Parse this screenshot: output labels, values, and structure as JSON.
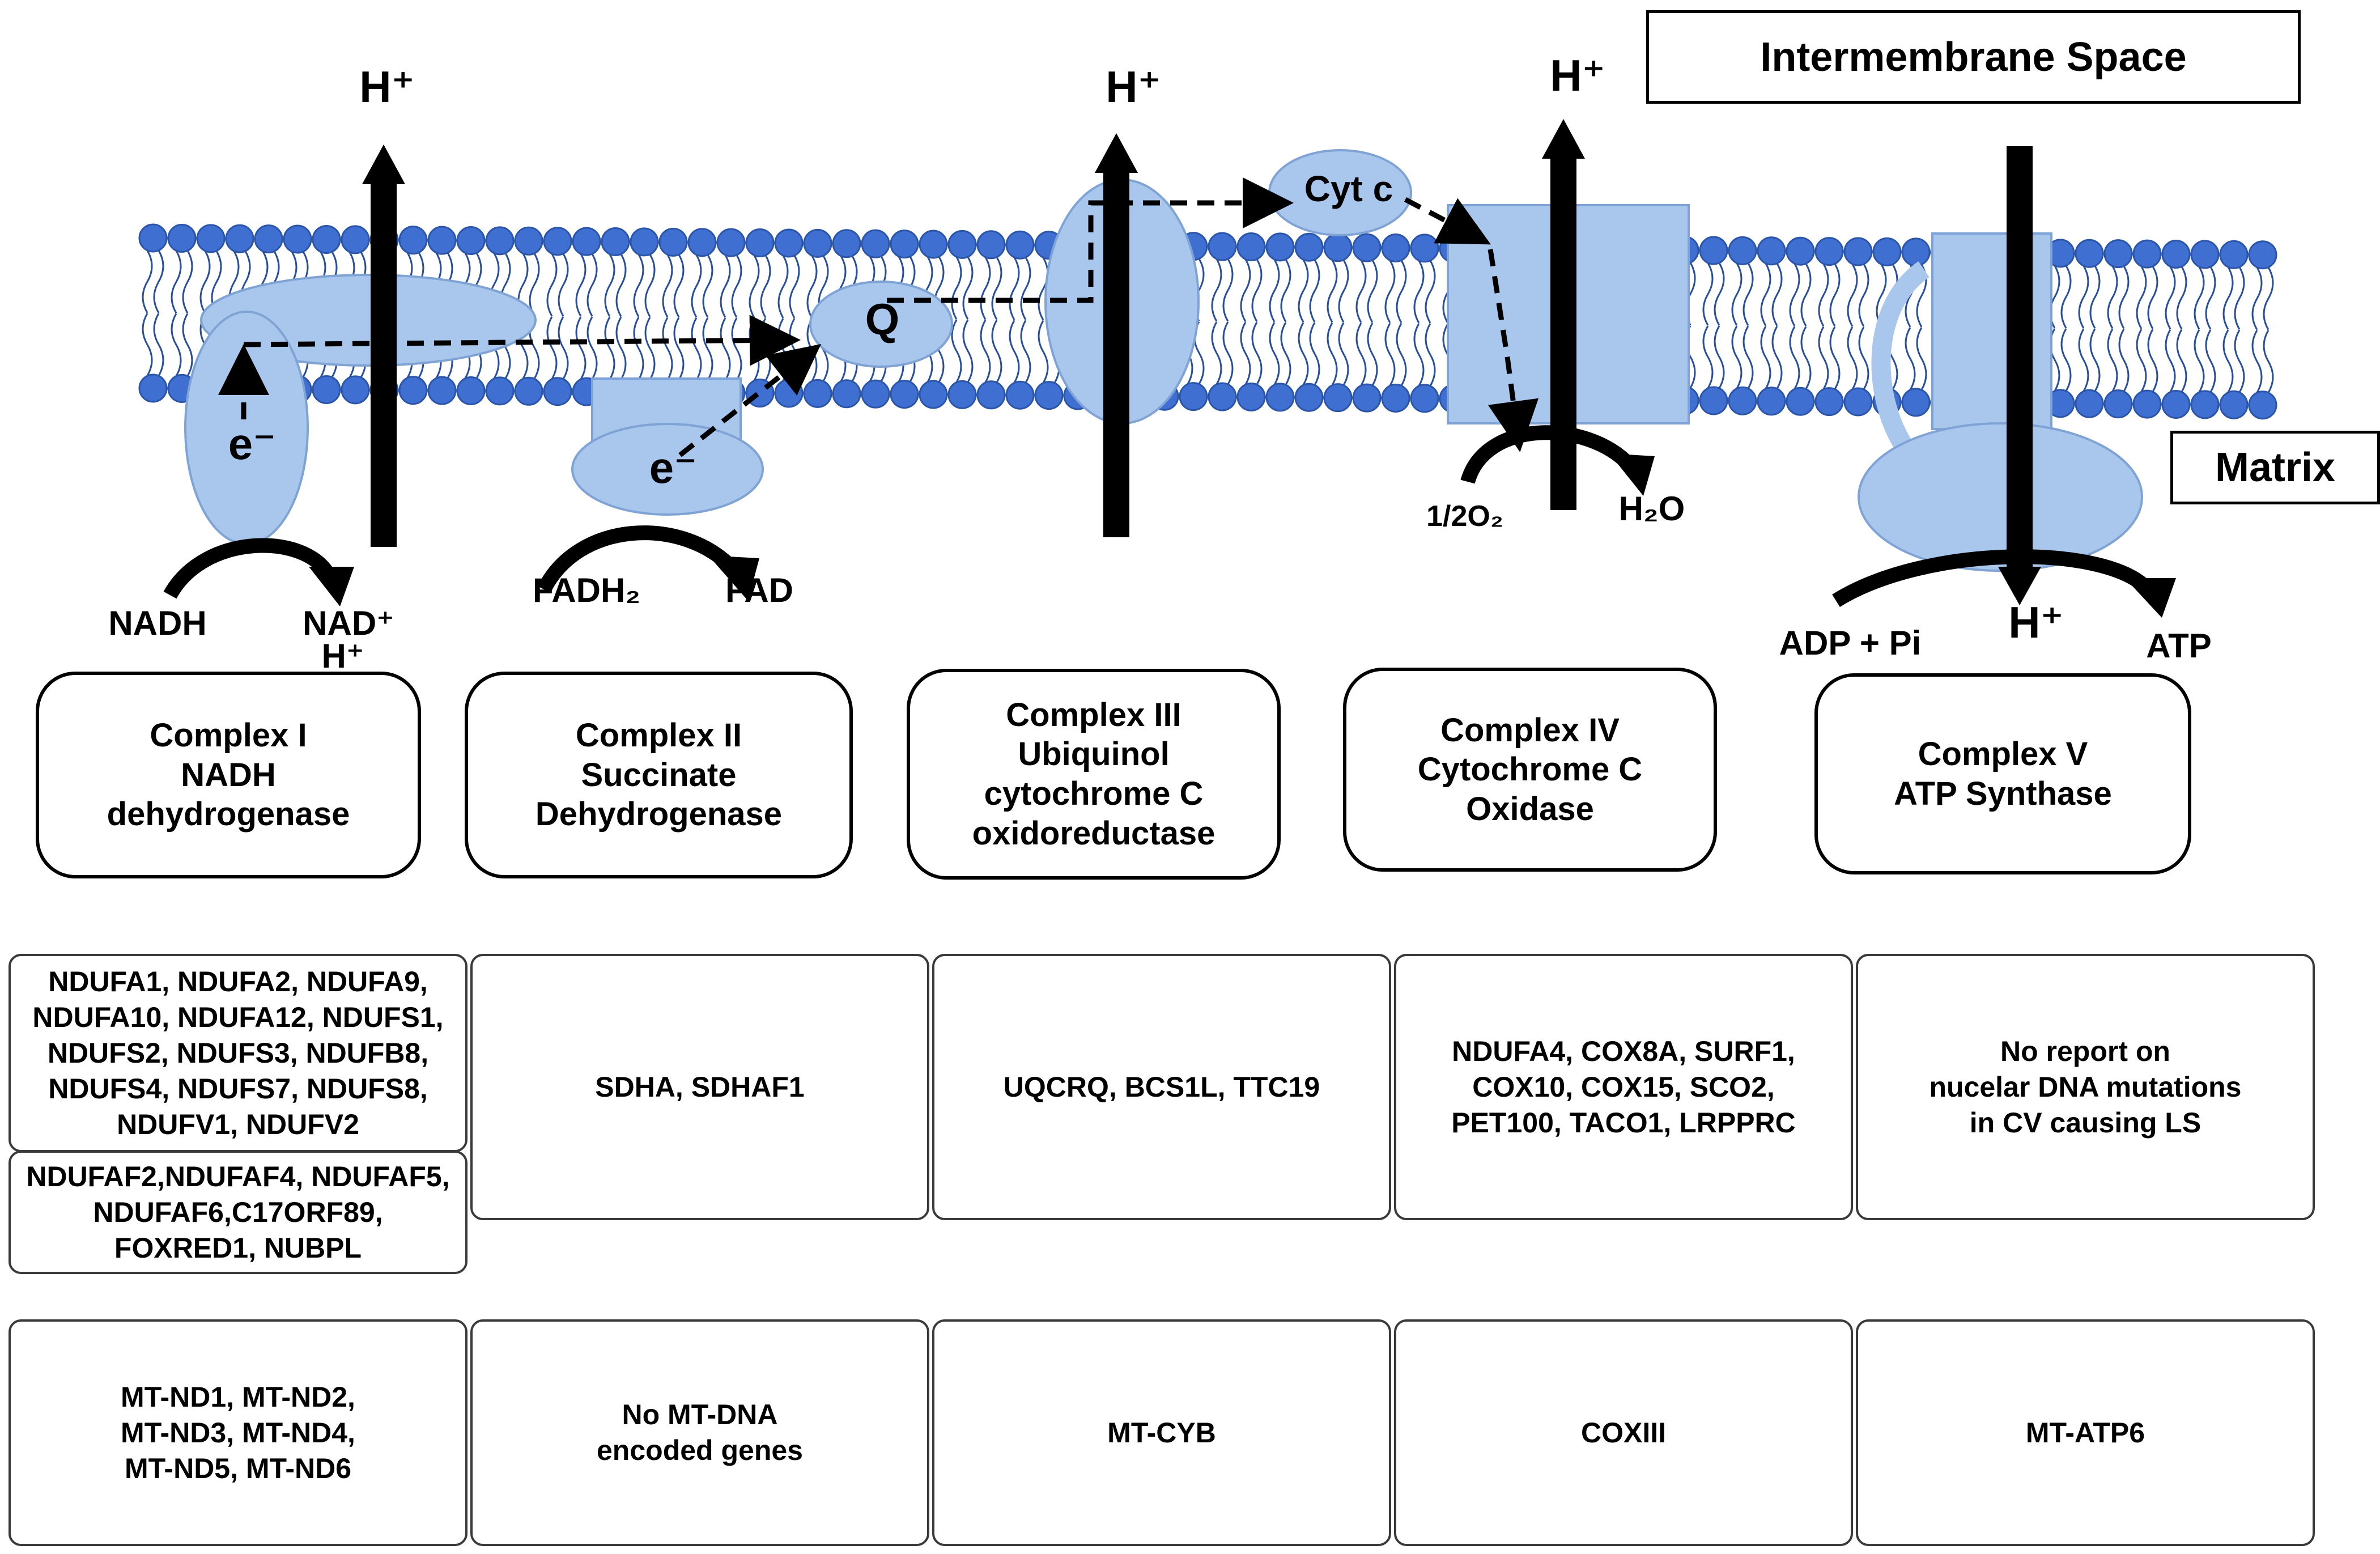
{
  "labels": {
    "intermembrane": "Intermembrane Space",
    "matrix": "Matrix",
    "h_plus": "H⁺",
    "electron": "e⁻",
    "cyt_c": "Cyt c",
    "q": "Q",
    "nadh": "NADH",
    "nad": "NAD⁺",
    "fadh2": "FADH₂",
    "fad": "FAD",
    "half_o2": "1/2O₂",
    "h2o": "H₂O",
    "adp": "ADP + Pi",
    "atp": "ATP"
  },
  "complexes": [
    {
      "lines": [
        "Complex I",
        "NADH",
        "dehydrogenase"
      ]
    },
    {
      "lines": [
        "Complex II",
        "Succinate",
        "Dehydrogenase"
      ]
    },
    {
      "lines": [
        "Complex III",
        "Ubiquinol",
        "cytochrome C",
        "oxidoreductase"
      ]
    },
    {
      "lines": [
        "Complex IV",
        "Cytochrome C",
        "Oxidase"
      ]
    },
    {
      "lines": [
        "Complex V",
        "ATP Synthase"
      ]
    }
  ],
  "nuclear_genes": [
    "NDUFA1, NDUFA2, NDUFA9,\nNDUFA10, NDUFA12, NDUFS1,\nNDUFS2, NDUFS3, NDUFB8,\nNDUFS4, NDUFS7, NDUFS8,\nNDUFV1, NDUFV2",
    "NDUFAF2,NDUFAF4, NDUFAF5,\nNDUFAF6,C17ORF89,\nFOXRED1, NUBPL",
    "SDHA, SDHAF1",
    "UQCRQ, BCS1L, TTC19",
    "NDUFA4, COX8A, SURF1,\nCOX10, COX15, SCO2,\nPET100, TACO1, LRPPRC",
    "No report on\nnucelar DNA mutations\nin  CV causing LS"
  ],
  "mt_genes": [
    "MT-ND1, MT-ND2,\nMT-ND3, MT-ND4,\nMT-ND5, MT-ND6",
    "No MT-DNA\nencoded genes",
    "MT-CYB",
    "COXIII",
    "MT-ATP6"
  ],
  "colors": {
    "protein": "#a9c6ec",
    "protein_stroke": "#7fa3d4",
    "lipid_head": "#3f6fd0",
    "lipid_stroke": "#2b55a8",
    "arrow": "#000000"
  }
}
